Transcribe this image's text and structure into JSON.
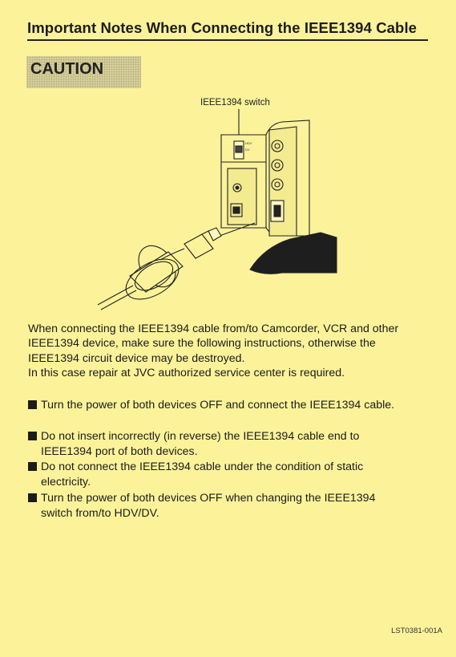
{
  "header": {
    "title": "Important Notes When Connecting the IEEE1394 Cable"
  },
  "caution": {
    "label": "CAUTION"
  },
  "diagram": {
    "callout": "IEEE1394 switch"
  },
  "intro": {
    "lines": [
      "When connecting the IEEE1394 cable from/to Camcorder, VCR and other",
      "IEEE1394 device, make sure the following instructions, otherwise the",
      "IEEE1394 circuit device may be destroyed.",
      "In this case repair at JVC authorized service center is required."
    ]
  },
  "bullets": [
    {
      "lines": [
        "Turn the power of both devices OFF and connect the IEEE1394 cable."
      ]
    },
    {
      "lines": [
        "Do not insert incorrectly (in reverse) the IEEE1394 cable end to",
        "IEEE1394 port of both devices."
      ]
    },
    {
      "lines": [
        "Do not connect the IEEE1394 cable under the condition of static",
        "electricity."
      ]
    },
    {
      "lines": [
        "Turn the power of both devices OFF when changing the IEEE1394",
        "switch from/to HDV/DV."
      ]
    }
  ],
  "footer": {
    "code": "LST0381-001A"
  }
}
